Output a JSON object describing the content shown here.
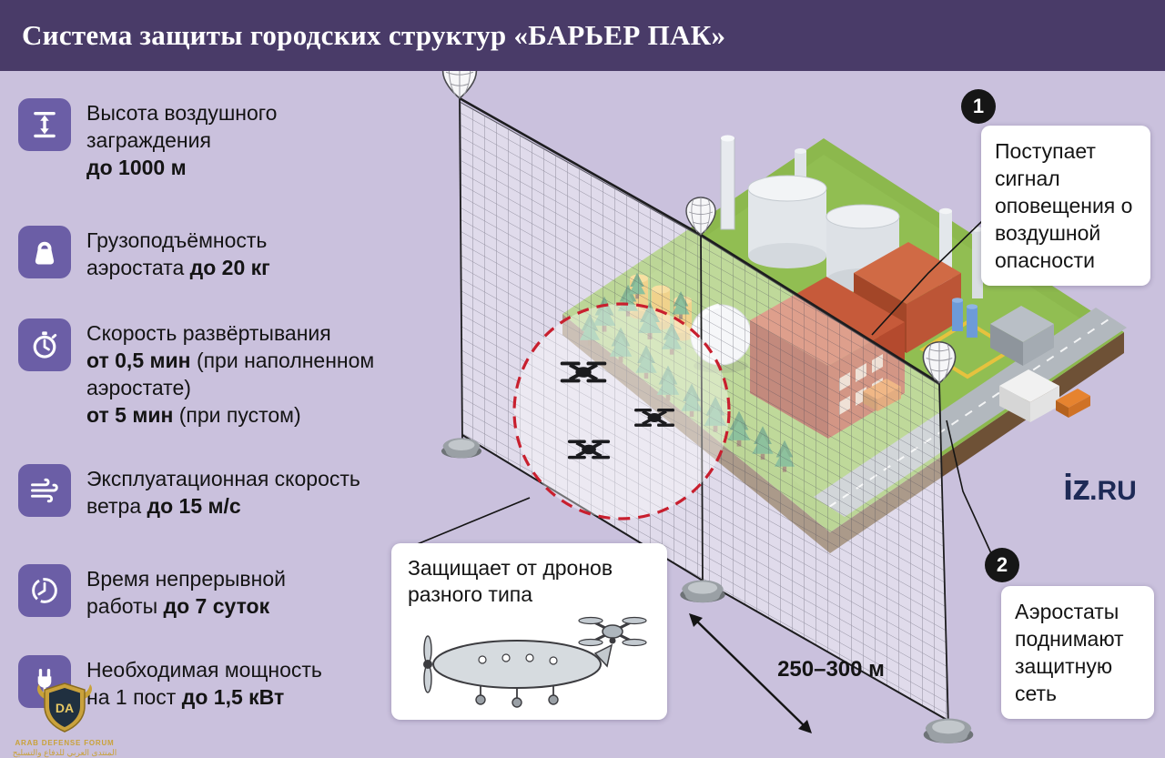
{
  "header": {
    "title": "Система защиты городских структур «БАРЬЕР ПАК»"
  },
  "specs": [
    {
      "l0": "Высота воздушного",
      "l1": "заграждения",
      "l2": "до 1000 м"
    },
    {
      "l0": "Грузоподъёмность",
      "l1": "аэростата",
      "l2": "до 20 кг"
    },
    {
      "l0": "Скорость развёртывания",
      "l1": "от 0,5 мин",
      "l2": "(при наполненном",
      "l3": "аэростате)",
      "l4": "от 5 мин",
      "l5": "(при пустом)"
    },
    {
      "l0": "Эксплуатационная скорость",
      "l1": "ветра",
      "l2": "до 15 м/с"
    },
    {
      "l0": "Время непрерывной",
      "l1": "работы",
      "l2": "до 7 суток"
    },
    {
      "l0": "Необходимая мощность",
      "l1": "на 1 пост",
      "l2": "до 1,5 кВт"
    }
  ],
  "callouts": [
    {
      "num": "1",
      "text": "Поступает сигнал оповещения о воздушной опасности"
    },
    {
      "num": "2",
      "text": "Аэростаты поднимают защитную сеть"
    }
  ],
  "protect_box": {
    "title": "Защищает от дронов разного типа"
  },
  "distance": {
    "label": "250–300 м"
  },
  "logo": {
    "part1": "iz",
    "part2": ".RU"
  },
  "watermark": {
    "initials": "DA",
    "line1": "ARAB DEFENSE FORUM",
    "line2": "المنتدى العربي للدفاع والتسليح"
  },
  "icons": {
    "spec": [
      "height-icon",
      "payload-weight-icon",
      "stopwatch-icon",
      "wind-icon",
      "clock-icon",
      "power-plug-icon"
    ]
  },
  "colors": {
    "header_bg": "#493b68",
    "background": "#cac1dd",
    "icon_bg": "#6b5ea6",
    "accent_red": "#c81f2e",
    "logo_navy": "#1e2a56",
    "gold": "#c9a23a"
  }
}
